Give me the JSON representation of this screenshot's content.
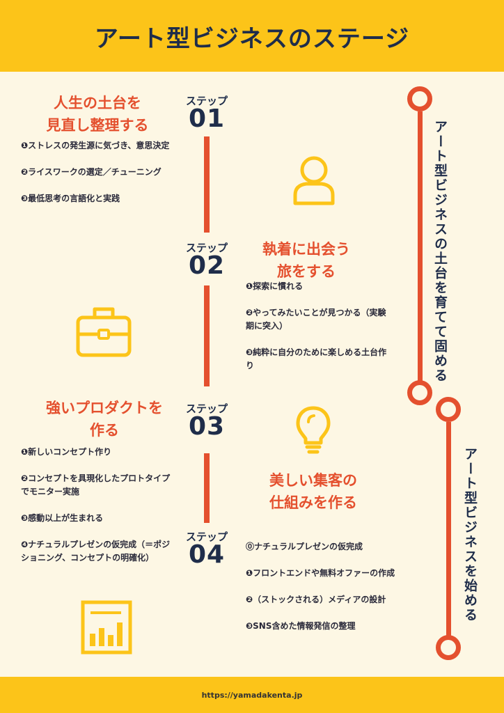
{
  "header": {
    "title": "アート型ビジネスのステージ"
  },
  "footer": {
    "url": "https://yamadakenta.jp"
  },
  "stages": [
    {
      "title_lines": [
        "人生の土台を",
        "見直し整理する"
      ],
      "items": [
        "❶ストレスの発生源に気づき、意思決定",
        "❷ライスワークの選定／チューニング",
        "❸最低思考の言語化と実践"
      ]
    },
    {
      "title_lines": [
        "執着に出会う",
        "旅をする"
      ],
      "items": [
        "❶探索に慣れる",
        "❷やってみたいことが見つかる（実験期に突入）",
        "❸純粋に自分のために楽しめる土台作り"
      ]
    },
    {
      "title_lines": [
        "強いプロダクトを",
        "作る"
      ],
      "items": [
        "❶新しいコンセプト作り",
        "❷コンセプトを具現化したプロトタイプでモニター実施",
        "❸感動以上が生まれる",
        "❹ナチュラルプレゼンの仮完成（＝ポジショニング、コンセプトの明確化）"
      ]
    },
    {
      "title_lines": [
        "美しい集客の",
        "仕組みを作る"
      ],
      "items": [
        "⓪ナチュラルプレゼンの仮完成",
        "❶フロントエンドや無料オファーの作成",
        "❷（ストックされる）メディアの設計",
        "❸SNS含めた情報発信の整理"
      ]
    }
  ],
  "steps": [
    {
      "label": "ステップ",
      "number": "01"
    },
    {
      "label": "ステップ",
      "number": "02"
    },
    {
      "label": "ステップ",
      "number": "03"
    },
    {
      "label": "ステップ",
      "number": "04"
    }
  ],
  "phases": [
    {
      "label": "アート型ビジネスの土台を育てて固める"
    },
    {
      "label": "アート型ビジネスを始める"
    }
  ],
  "icons": {
    "person": "person-icon",
    "briefcase": "briefcase-icon",
    "lightbulb": "lightbulb-icon",
    "chart": "bar-chart-icon"
  },
  "colors": {
    "accent": "#e4502e",
    "navy": "#1f2d4a",
    "yellow": "#fcc419",
    "background": "#fdf7e4"
  }
}
